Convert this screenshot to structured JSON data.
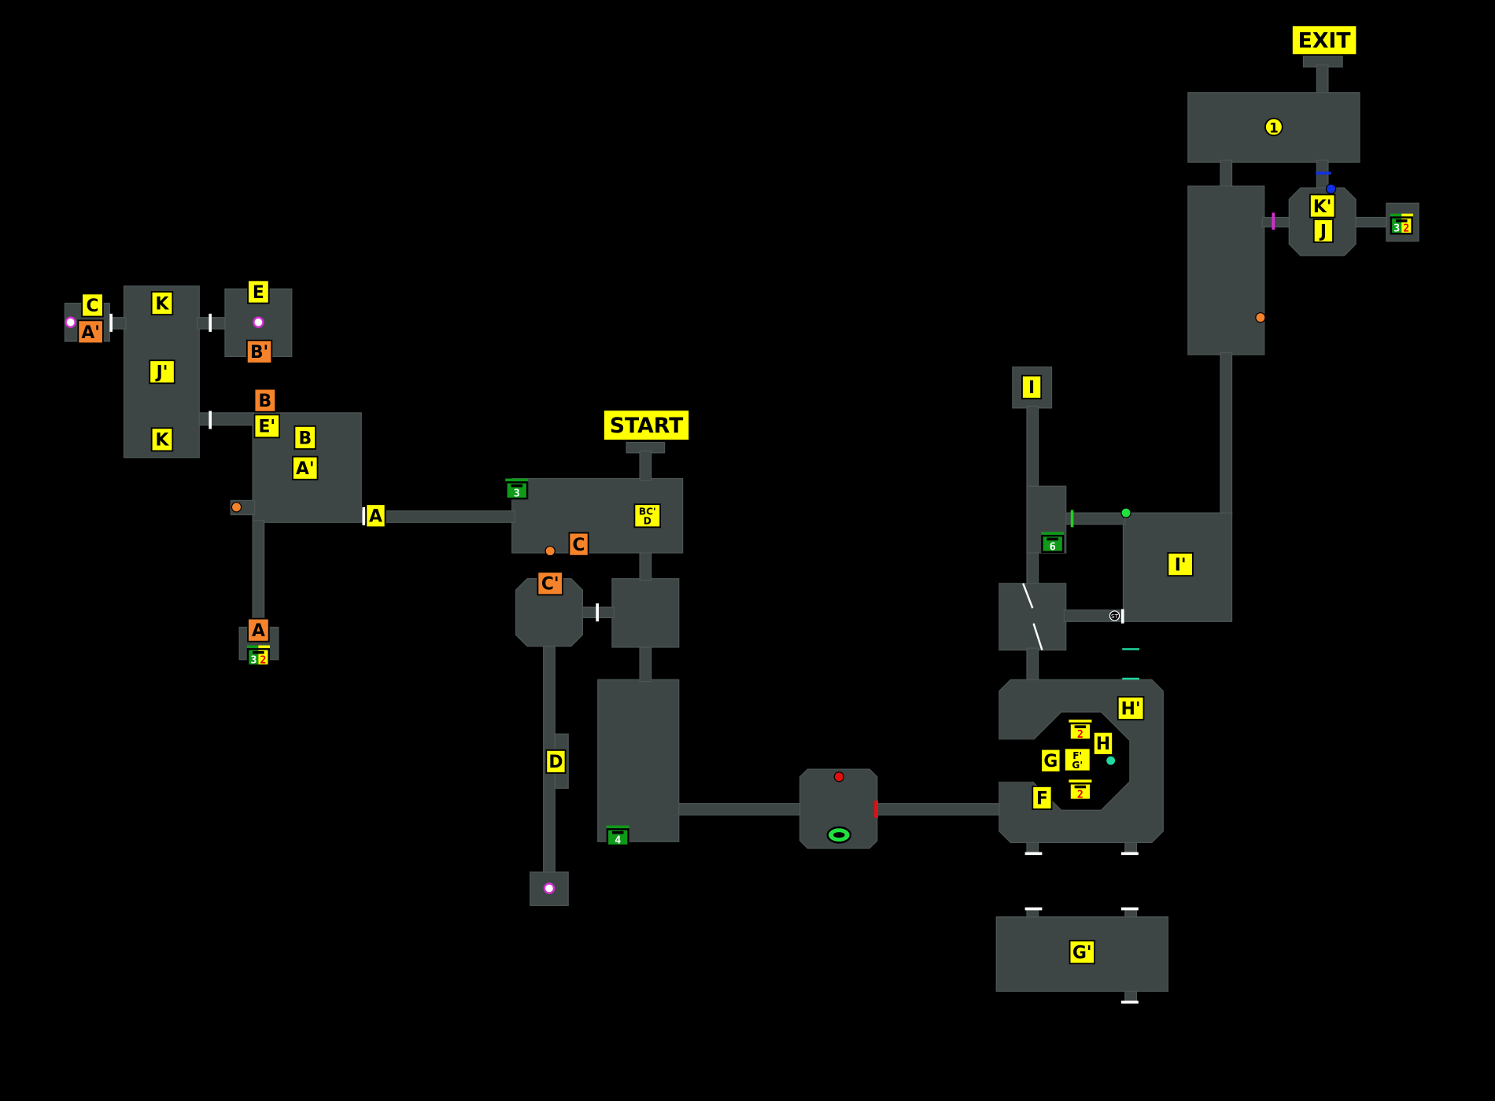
{
  "map": {
    "title_markers": {
      "exit": "EXIT",
      "start": "START"
    },
    "labels": {
      "k_prime": "K'",
      "j": "J",
      "i": "I",
      "i_prime": "I'",
      "h_prime": "H'",
      "h": "H",
      "g": "G",
      "f_g_prime_1": "F'",
      "f_g_prime_2": "G'",
      "f": "F",
      "g_prime": "G'",
      "d": "D",
      "c_prime": "C'",
      "c": "C",
      "bcd_1": "BC'",
      "bcd_2": "D",
      "a_yellow": "A",
      "b_yellow": "B",
      "a_prime_yellow": "A'",
      "e_prime": "E'",
      "b_orange": "B",
      "a_orange": "A",
      "k_top": "K",
      "j_prime": "J'",
      "k_bottom": "K",
      "c_yellow": "C",
      "a_prime_orange": "A'",
      "e": "E",
      "b_prime": "B'"
    },
    "waypoint": "1",
    "save_point": "ST",
    "chests": {
      "start_room": "3",
      "i_corridor": "6",
      "lower_room": "4",
      "h_top": "2",
      "h_bottom": "2",
      "k_room_green": "3",
      "k_room_yellow": "2",
      "a_room_green": "3",
      "a_room_yellow": "2"
    },
    "colors": {
      "floor": "#3e4545",
      "floor_edge": "#4d5656",
      "yellow_label": "#ffff00",
      "orange_label": "#f5832b",
      "chest_green": "#0f9a1a",
      "teal": "#1ed9a0",
      "magenta": "#d030d0",
      "blue": "#1030e0",
      "red": "#e01010"
    }
  }
}
